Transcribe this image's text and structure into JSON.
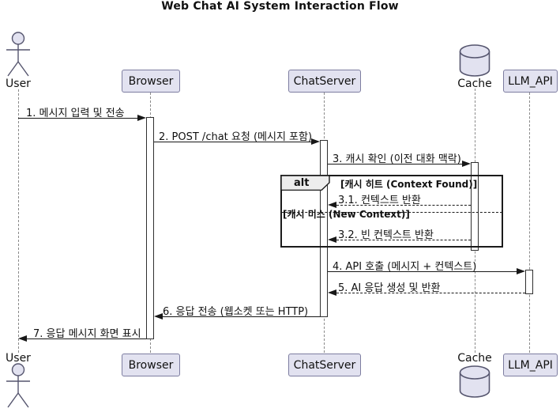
{
  "title": "Web Chat AI System Interaction Flow",
  "participants": [
    {
      "name": "User",
      "kind": "actor"
    },
    {
      "name": "Browser",
      "kind": "participant"
    },
    {
      "name": "ChatServer",
      "kind": "participant"
    },
    {
      "name": "Cache",
      "kind": "database"
    },
    {
      "name": "LLM_API",
      "kind": "participant"
    }
  ],
  "messages": [
    {
      "label": "1. 메시지 입력 및 전송",
      "from": "User",
      "to": "Browser",
      "line": "solid"
    },
    {
      "label": "2. POST /chat 요청 (메시지 포함)",
      "from": "Browser",
      "to": "ChatServer",
      "line": "solid"
    },
    {
      "label": "3. 캐시 확인 (이전 대화 맥락)",
      "from": "ChatServer",
      "to": "Cache",
      "line": "solid"
    },
    {
      "label": "3.1. 컨텍스트 반환",
      "from": "Cache",
      "to": "ChatServer",
      "line": "dashed"
    },
    {
      "label": "3.2. 빈 컨텍스트 반환",
      "from": "Cache",
      "to": "ChatServer",
      "line": "dashed"
    },
    {
      "label": "4. API 호출 (메시지 + 컨텍스트)",
      "from": "ChatServer",
      "to": "LLM_API",
      "line": "solid"
    },
    {
      "label": "5. AI 응답 생성 및 반환",
      "from": "LLM_API",
      "to": "ChatServer",
      "line": "dashed"
    },
    {
      "label": "6. 응답 전송 (웹소켓 또는 HTTP)",
      "from": "ChatServer",
      "to": "Browser",
      "line": "solid"
    },
    {
      "label": "7. 응답 메시지 화면 표시",
      "from": "Browser",
      "to": "User",
      "line": "solid"
    }
  ],
  "alt_frame": {
    "operator": "alt",
    "case_hit": "[캐시 히트 (Context Found)]",
    "case_miss": "[캐시 미스 (New Context)]"
  },
  "colors": {
    "participant_fill": "#E2E2F0",
    "participant_border": "#7D7DA0",
    "frame_border": "#1B1B1B",
    "arrow": "#181818",
    "lifeline": "#8A8A8A",
    "operator_fill": "#EDEDED"
  }
}
